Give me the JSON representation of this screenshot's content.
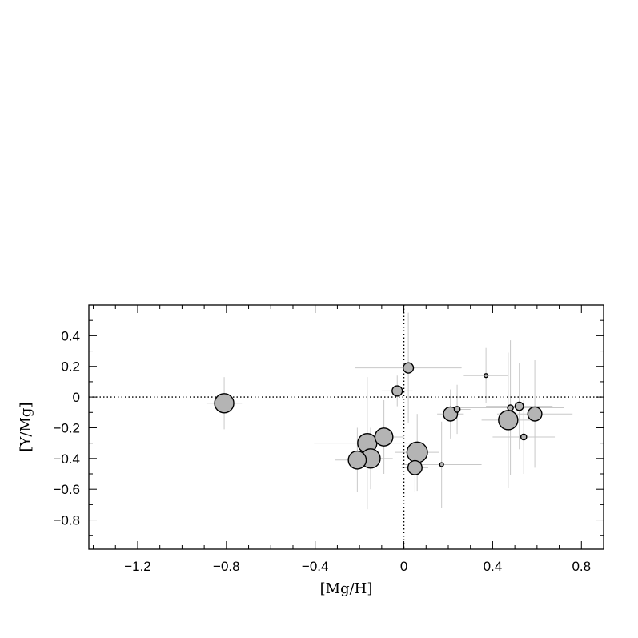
{
  "chart_data": {
    "type": "scatter",
    "xlabel": "[Mg/H]",
    "ylabel": "[Y/Mg]",
    "xlim": [
      -1.42,
      0.9
    ],
    "ylim": [
      -0.99,
      0.6
    ],
    "xticks": [
      -1.2,
      -0.8,
      -0.4,
      0,
      0.4,
      0.8
    ],
    "xtick_labels": [
      "−1.2",
      "−0.8",
      "−0.4",
      "0",
      "0.4",
      "0.8"
    ],
    "yticks": [
      -0.8,
      -0.6,
      -0.4,
      -0.2,
      0,
      0.2,
      0.4
    ],
    "ytick_labels": [
      "−0.8",
      "−0.6",
      "−0.4",
      "−0.2",
      "0",
      "0.2",
      "0.4"
    ],
    "reference_lines": {
      "x": 0,
      "y": 0,
      "style": "dotted"
    },
    "grid": false,
    "marker": {
      "fill": "#b4b4b4",
      "stroke": "#000000",
      "errorbar_color": "#c8c8c8"
    },
    "points": [
      {
        "x": -0.81,
        "y": -0.04,
        "xerr": 0.08,
        "yerr": 0.17,
        "size": 3
      },
      {
        "x": -0.03,
        "y": 0.04,
        "xerr": 0.07,
        "yerr": 0.1,
        "size": 1.6
      },
      {
        "x": 0.02,
        "y": 0.19,
        "xerr": 0.24,
        "yerr": 0.36,
        "size": 1.6
      },
      {
        "x": -0.21,
        "y": -0.41,
        "xerr": 0.1,
        "yerr": 0.21,
        "size": 2.8
      },
      {
        "x": -0.165,
        "y": -0.3,
        "xerr": 0.24,
        "yerr": 0.43,
        "size": 3
      },
      {
        "x": -0.15,
        "y": -0.4,
        "xerr": 0.1,
        "yerr": 0.2,
        "size": 3
      },
      {
        "x": -0.09,
        "y": -0.26,
        "xerr": 0.09,
        "yerr": 0.24,
        "size": 2.8
      },
      {
        "x": 0.06,
        "y": -0.36,
        "xerr": 0.1,
        "yerr": 0.25,
        "size": 3.2
      },
      {
        "x": 0.05,
        "y": -0.46,
        "xerr": 0.06,
        "yerr": 0.16,
        "size": 2.2
      },
      {
        "x": 0.17,
        "y": -0.44,
        "xerr": 0.18,
        "yerr": 0.28,
        "size": 0.6
      },
      {
        "x": 0.21,
        "y": -0.11,
        "xerr": 0.06,
        "yerr": 0.16,
        "size": 2.2
      },
      {
        "x": 0.24,
        "y": -0.08,
        "xerr": 0.06,
        "yerr": 0.16,
        "size": 0.9
      },
      {
        "x": 0.37,
        "y": 0.14,
        "xerr": 0.1,
        "yerr": 0.18,
        "size": 0.6
      },
      {
        "x": 0.47,
        "y": -0.15,
        "xerr": 0.12,
        "yerr": 0.44,
        "size": 3
      },
      {
        "x": 0.48,
        "y": -0.07,
        "xerr": 0.24,
        "yerr": 0.44,
        "size": 0.9
      },
      {
        "x": 0.52,
        "y": -0.06,
        "xerr": 0.15,
        "yerr": 0.28,
        "size": 1.3
      },
      {
        "x": 0.54,
        "y": -0.26,
        "xerr": 0.14,
        "yerr": 0.24,
        "size": 0.9
      },
      {
        "x": 0.59,
        "y": -0.11,
        "xerr": 0.17,
        "yerr": 0.35,
        "size": 2.2
      }
    ]
  }
}
